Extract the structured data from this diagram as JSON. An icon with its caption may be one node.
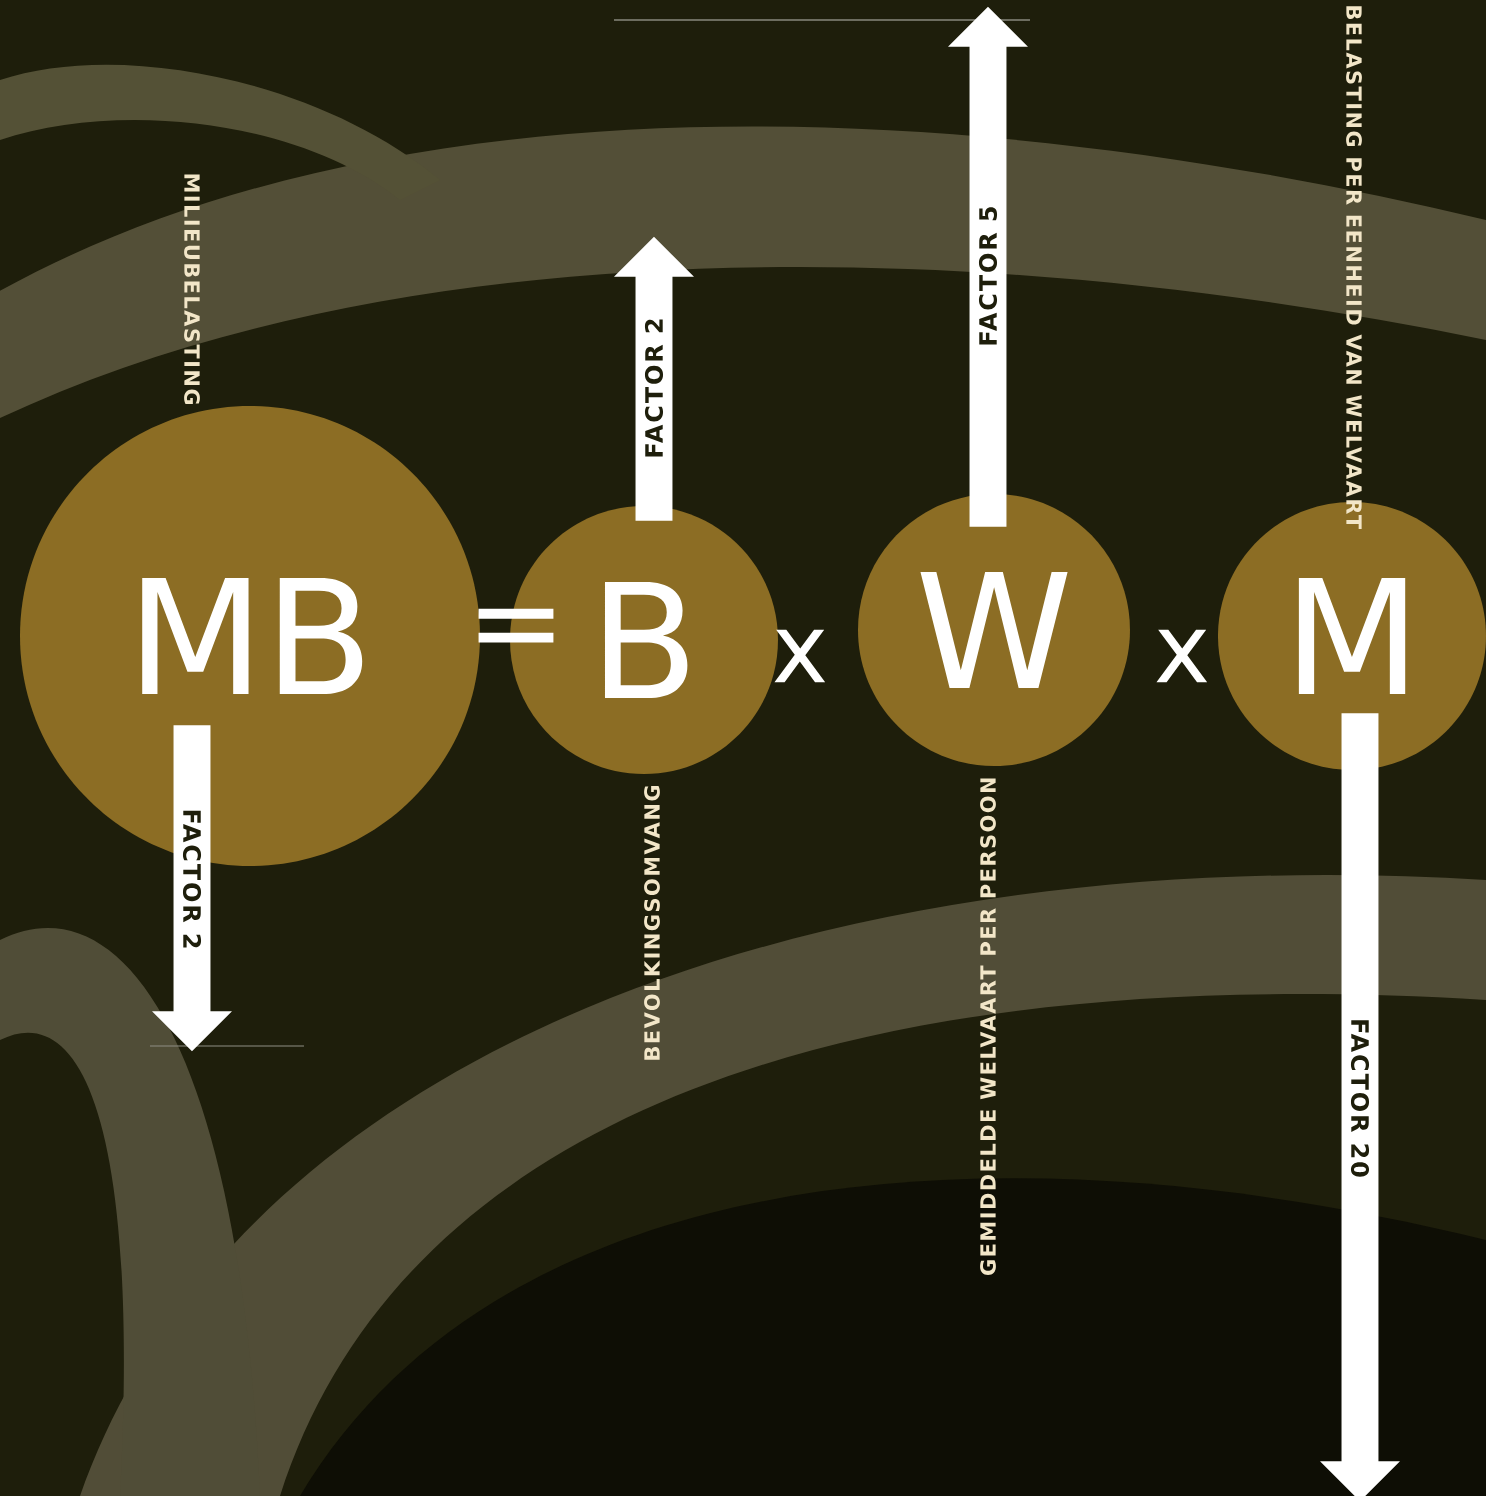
{
  "diagram": {
    "nodes": [
      {
        "text": [
          "MB"
        ],
        "beside": [
          "MILIEUBELASTING"
        ]
      },
      {
        "text": [
          "B"
        ],
        "beside": [
          "BEVOLKINGSOMVANG"
        ]
      },
      {
        "text": [
          "W"
        ],
        "beside": [
          "GEMIDDELDE WELVAART PER PERSOON"
        ]
      },
      {
        "text": [
          "M"
        ],
        "beside": [
          "BELASTING PER EENHEID VAN WELVAART"
        ]
      },
      {
        "text": [
          "FACTOR 2"
        ]
      },
      {
        "text": [
          "FACTOR 2"
        ]
      },
      {
        "text": [
          "FACTOR 5"
        ]
      },
      {
        "text": [
          "FACTOR 20"
        ]
      }
    ],
    "labels": [
      "=",
      "x",
      "x"
    ]
  }
}
